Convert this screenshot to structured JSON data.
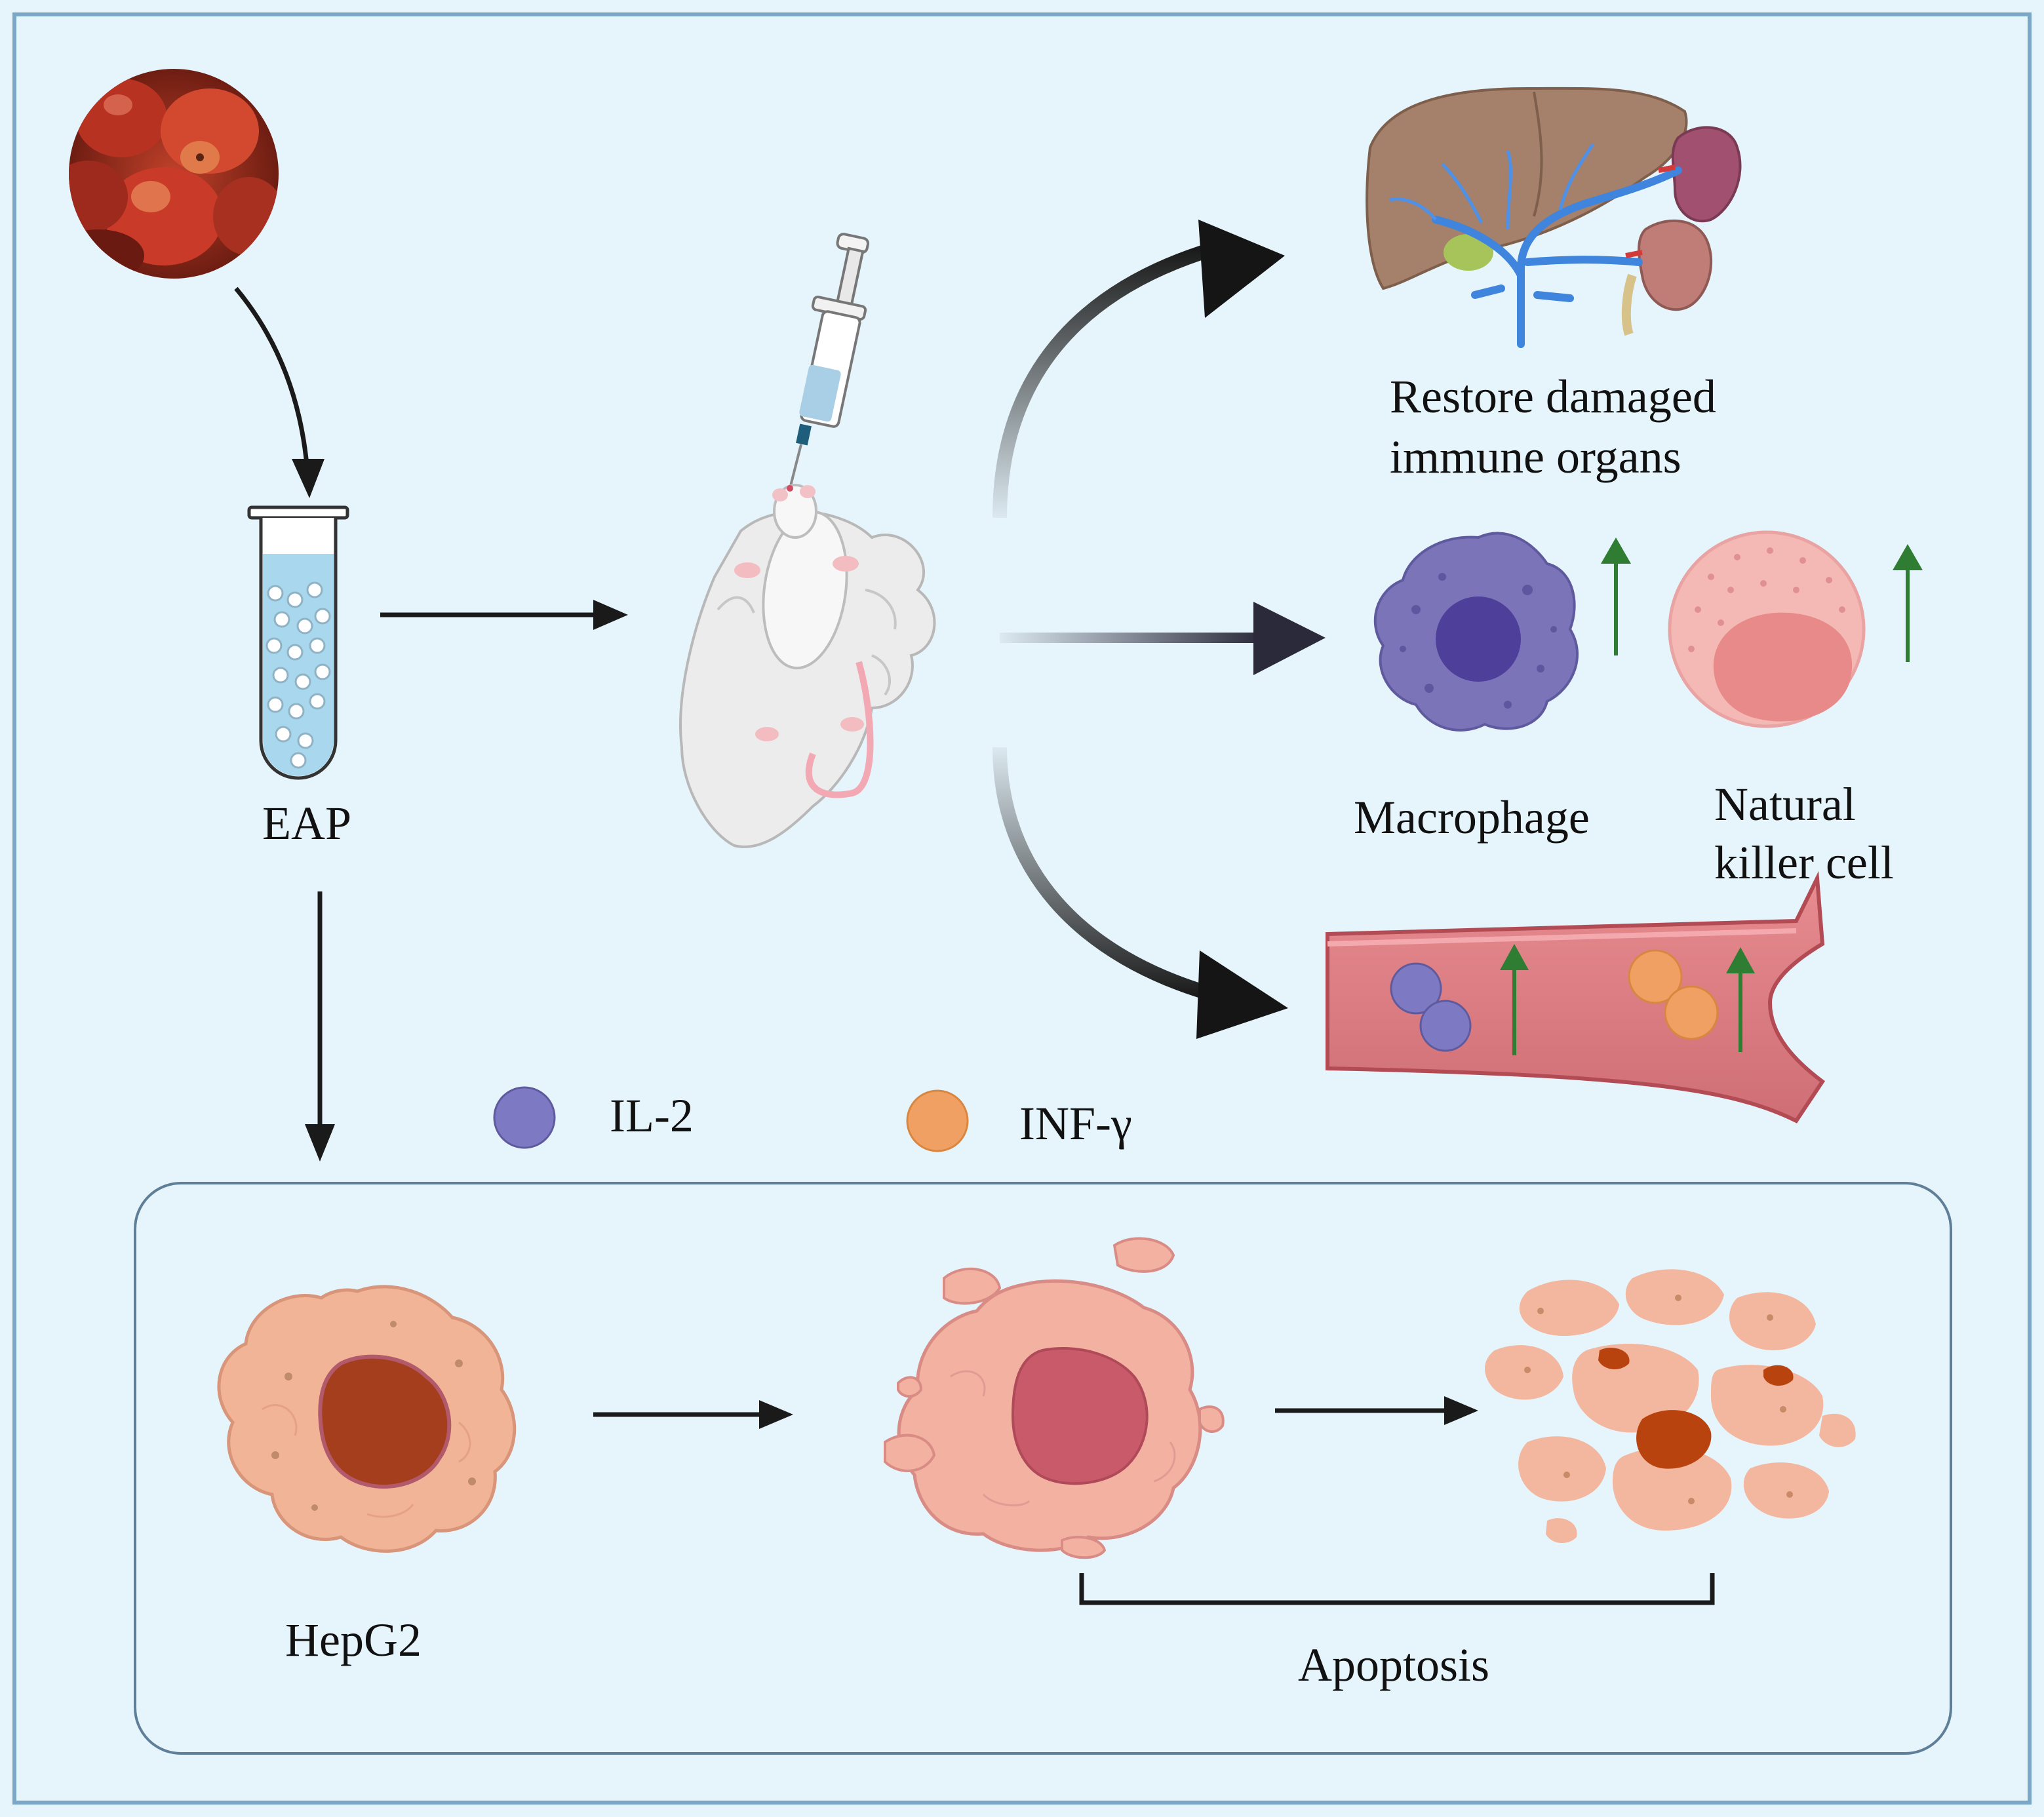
{
  "labels": {
    "eap": "EAP",
    "restore_line1": "Restore damaged",
    "restore_line2": "immune organs",
    "macrophage": "Macrophage",
    "nk_line1": "Natural",
    "nk_line2": "killer cell",
    "il2": "IL-2",
    "infg": "INF-γ",
    "hepg2": "HepG2",
    "apoptosis": "Apoptosis"
  },
  "colors": {
    "background": "#e6f4fb",
    "outer_border": "#7aa7c7",
    "arrow": "#1a1a1a",
    "up_arrow": "#2e7d32",
    "il2_dot": "#7e79c3",
    "infg_dot": "#f0a063",
    "macrophage": "#7b74b8",
    "nk_cell": "#f4b9b5",
    "vessel": "#d97a80",
    "liver": "#a5806a",
    "spleen": "#a1506f",
    "kidney": "#c07d78",
    "vein": "#3f84dd",
    "hepg2_cell": "#f1b496",
    "hepg2_nucleus": "#a53e1c"
  },
  "icons": [
    "fruit-photo-icon",
    "test-tube-icon",
    "syringe-icon",
    "mouse-in-hand-icon",
    "organs-icon",
    "macrophage-icon",
    "nk-cell-icon",
    "blood-vessel-icon",
    "hepg2-cell-icon",
    "damaged-cell-icon",
    "fragmented-cell-icon"
  ]
}
